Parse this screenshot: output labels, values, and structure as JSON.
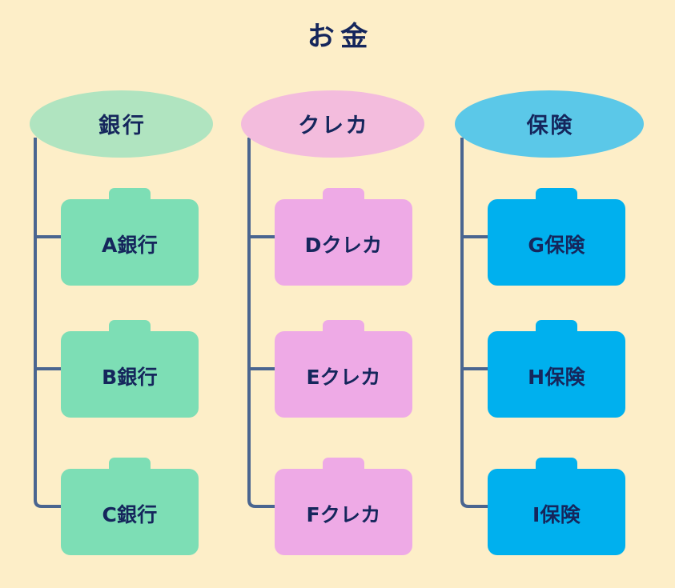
{
  "page": {
    "title": "お金",
    "background_color": "#fdeec8",
    "text_color": "#15265c",
    "connector_color": "#4a6590"
  },
  "groups": [
    {
      "id": "bank",
      "label": "銀行",
      "ellipse_color": "#b0e4c0",
      "node_color": "#7ddeb5",
      "nodes": [
        {
          "label": "A銀行"
        },
        {
          "label": "B銀行"
        },
        {
          "label": "C銀行"
        }
      ]
    },
    {
      "id": "credit",
      "label": "クレカ",
      "ellipse_color": "#f3bcdd",
      "node_color": "#eeaae6",
      "nodes": [
        {
          "label": "Dクレカ"
        },
        {
          "label": "Eクレカ"
        },
        {
          "label": "Fクレカ"
        }
      ]
    },
    {
      "id": "insurance",
      "label": "保険",
      "ellipse_color": "#5bc8e8",
      "node_color": "#00b0ee",
      "nodes": [
        {
          "label": "G保険"
        },
        {
          "label": "H保険"
        },
        {
          "label": "I保険"
        }
      ]
    }
  ]
}
